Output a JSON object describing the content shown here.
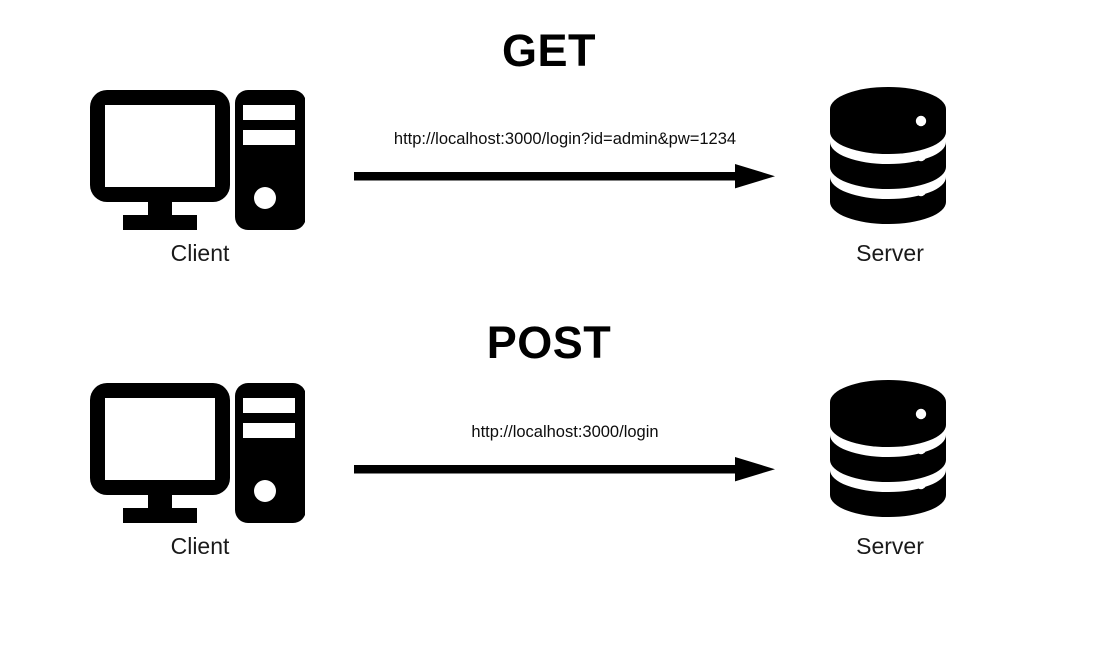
{
  "diagram": {
    "background_color": "#ffffff",
    "ink_color": "#000000",
    "sections": [
      {
        "id": "get",
        "title": "GET",
        "client": {
          "label": "Client",
          "icon": "desktop-computer-icon"
        },
        "request": {
          "url": "http://localhost:3000/login?id=admin&pw=1234",
          "arrow": "right-arrow-icon",
          "direction": "client-to-server"
        },
        "server": {
          "label": "Server",
          "icon": "database-cylinder-icon"
        }
      },
      {
        "id": "post",
        "title": "POST",
        "client": {
          "label": "Client",
          "icon": "desktop-computer-icon"
        },
        "request": {
          "url": "http://localhost:3000/login",
          "arrow": "right-arrow-icon",
          "direction": "client-to-server"
        },
        "server": {
          "label": "Server",
          "icon": "database-cylinder-icon"
        }
      }
    ]
  }
}
